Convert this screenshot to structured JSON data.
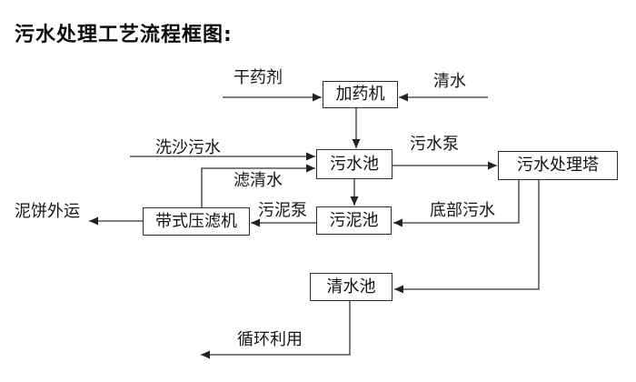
{
  "title": "污水处理工艺流程框图:",
  "diagram": {
    "nodes": [
      {
        "id": "dosing-machine",
        "label": "加药机"
      },
      {
        "id": "sewage-pool",
        "label": "污水池"
      },
      {
        "id": "sewage-treatment-tower",
        "label": "污水处理塔"
      },
      {
        "id": "sludge-pool",
        "label": "污泥池"
      },
      {
        "id": "belt-filter-press",
        "label": "带式压滤机"
      },
      {
        "id": "clear-water-pool",
        "label": "清水池"
      }
    ],
    "flow_labels": [
      {
        "id": "dry-chemical",
        "label": "干药剂"
      },
      {
        "id": "clear-water",
        "label": "清水"
      },
      {
        "id": "sand-washing-sewage",
        "label": "洗沙污水"
      },
      {
        "id": "sewage-pump",
        "label": "污水泵"
      },
      {
        "id": "filtered-water",
        "label": "滤清水"
      },
      {
        "id": "sludge-pump",
        "label": "污泥泵"
      },
      {
        "id": "bottom-sewage",
        "label": "底部污水"
      },
      {
        "id": "mud-cake-outbound",
        "label": "泥饼外运"
      },
      {
        "id": "recycling",
        "label": "循环利用"
      }
    ]
  },
  "colors": {
    "background": "#ffffff",
    "line": "#333333",
    "box_border": "#2b2b2b",
    "text": "#111111"
  }
}
